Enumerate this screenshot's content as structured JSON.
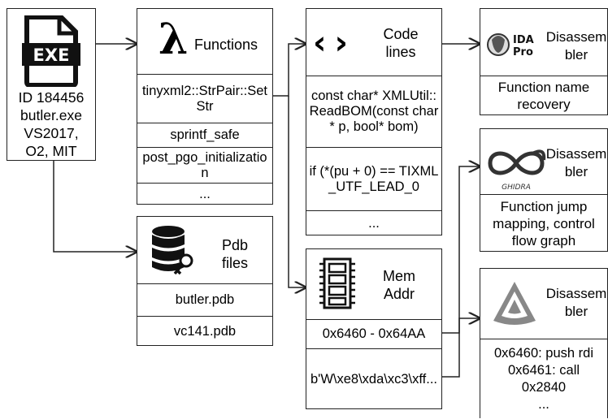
{
  "exe": {
    "icon_text": "EXE",
    "id": "ID 184456",
    "file": "butler.exe",
    "compiler": "VS2017,",
    "opts": "O2, MIT"
  },
  "functions": {
    "title": "Functions",
    "items": [
      "tinyxml2::StrPair::SetStr",
      "sprintf_safe",
      "post_pgo_initialization",
      "..."
    ]
  },
  "pdb": {
    "title": "Pdb files",
    "items": [
      "butler.pdb",
      "vc141.pdb"
    ]
  },
  "code": {
    "title": "Code lines",
    "items": [
      "const char* XMLUtil::ReadBOM(const char* p, bool* bom)",
      "if (*(pu + 0) == TIXML_UTF_LEAD_0",
      "..."
    ]
  },
  "mem": {
    "title": "Mem Addr",
    "items": [
      "0x6460 - 0x64AA",
      "b'W\\xe8\\xda\\xc3\\xff..."
    ]
  },
  "ida": {
    "logo_text_1": "IDA",
    "logo_text_2": "Pro",
    "title": "Disassembler",
    "desc": "Function name recovery"
  },
  "ghidra": {
    "logo_text": "GHIDRA",
    "title": "Disassembler",
    "desc": "Function jump mapping, control flow graph"
  },
  "binja": {
    "title": "Disassembler",
    "lines": [
      "0x6460: push rdi",
      "0x6461: call",
      "0x2840",
      "..."
    ]
  }
}
